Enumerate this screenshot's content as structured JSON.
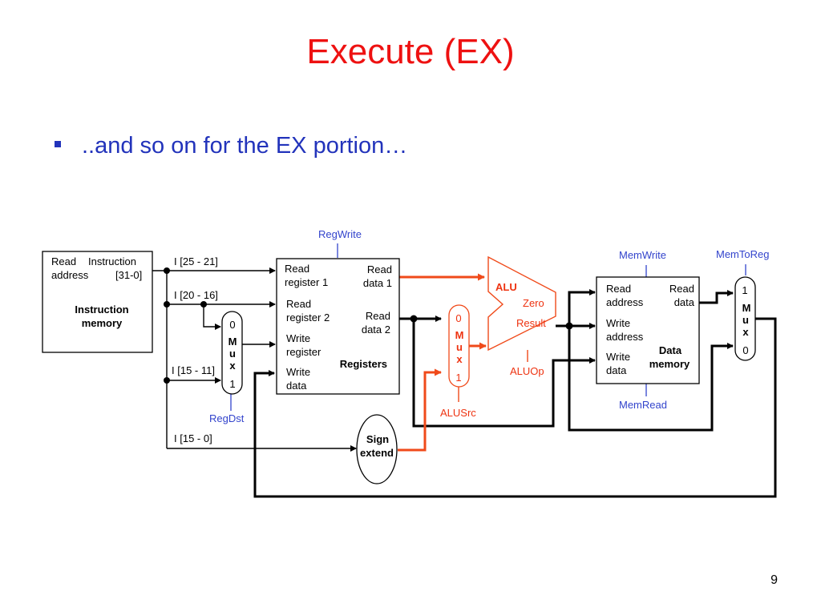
{
  "slide": {
    "title": "Execute (EX)",
    "bullet": "..and so on for the EX portion…",
    "page_number": "9"
  },
  "colors": {
    "title": "#ee1111",
    "bullet_text": "#2233bb",
    "control_signal": "#3344cc",
    "highlight": "#f04a1a"
  },
  "diagram": {
    "instruction_memory": {
      "read_label": "Read",
      "instruction_label": "Instruction",
      "address_label": "address",
      "bits_label": "[31-0]",
      "name_line1": "Instruction",
      "name_line2": "memory"
    },
    "fields": {
      "rs": "I [25 - 21]",
      "rt": "I [20 - 16]",
      "rd": "I [15 - 11]",
      "imm": "I [15 - 0]"
    },
    "regdst_mux": {
      "in0": "0",
      "letters": [
        "M",
        "u",
        "x"
      ],
      "in1": "1",
      "signal": "RegDst"
    },
    "registers": {
      "read_register_1": [
        "Read",
        "register 1"
      ],
      "read_register_2": [
        "Read",
        "register 2"
      ],
      "write_register": [
        "Write",
        "register"
      ],
      "write_data": [
        "Write",
        "data"
      ],
      "read_data_1": [
        "Read",
        "data 1"
      ],
      "read_data_2": [
        "Read",
        "data 2"
      ],
      "name": "Registers",
      "signal": "RegWrite"
    },
    "sign_extend": [
      "Sign",
      "extend"
    ],
    "alusrc_mux": {
      "in0": "0",
      "letters": [
        "M",
        "u",
        "x"
      ],
      "in1": "1",
      "signal": "ALUSrc"
    },
    "alu": {
      "name": "ALU",
      "zero": "Zero",
      "result": "Result",
      "signal": "ALUOp"
    },
    "data_memory": {
      "read_address": [
        "Read",
        "address"
      ],
      "write_address": [
        "Write",
        "address"
      ],
      "write_data": [
        "Write",
        "data"
      ],
      "read_data": [
        "Read",
        "data"
      ],
      "name": [
        "Data",
        "memory"
      ],
      "mem_write": "MemWrite",
      "mem_read": "MemRead"
    },
    "memtoreg_mux": {
      "in1": "1",
      "letters": [
        "M",
        "u",
        "x"
      ],
      "in0": "0",
      "signal": "MemToReg"
    }
  }
}
